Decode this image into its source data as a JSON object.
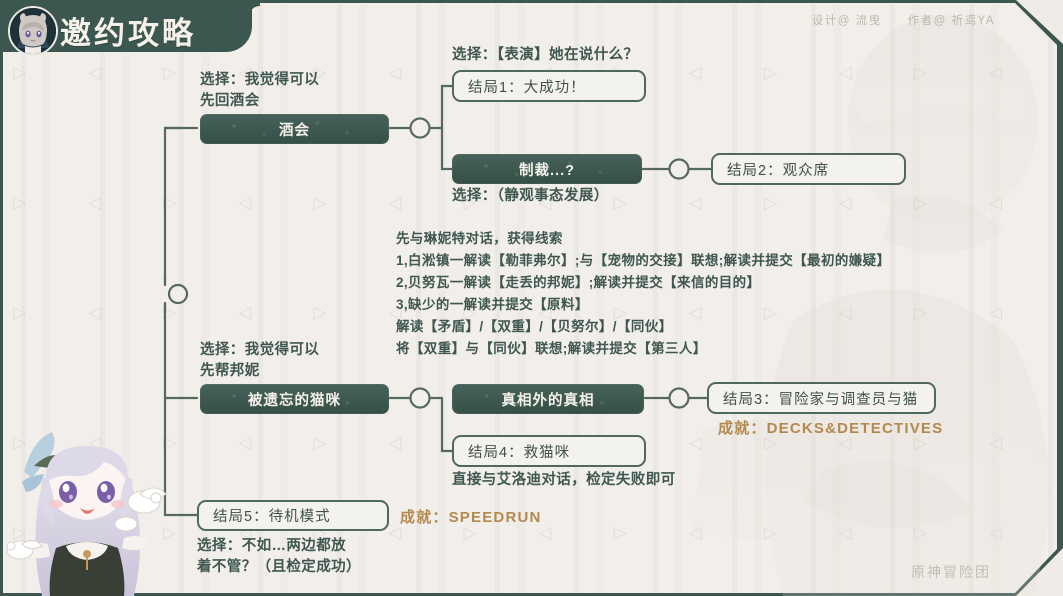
{
  "header": {
    "title": "邀约攻略",
    "avatar_name": "lynette-avatar-icon"
  },
  "credits": {
    "designer": "设计@ 流曳",
    "author": "作者@ 祈鸢YA"
  },
  "footer": {
    "watermark": "原神冒险团"
  },
  "colors": {
    "frame": "#3c5750",
    "paper": "#f2efeb",
    "node_dark": "#3d584f",
    "node_light_border": "#51685f",
    "text_green": "#3f5750",
    "achievement_gold": "#b4894f"
  },
  "tree": {
    "nodes": [
      {
        "id": "n_root_circle",
        "label": "",
        "kind": "junction"
      },
      {
        "id": "n_banquet",
        "label": "酒会",
        "kind": "dark"
      },
      {
        "id": "n_ending1",
        "label": "结局1：大成功！",
        "kind": "light"
      },
      {
        "id": "n_sanction",
        "label": "制裁...?",
        "kind": "dark"
      },
      {
        "id": "n_ending2",
        "label": "结局2：观众席",
        "kind": "light"
      },
      {
        "id": "n_cat",
        "label": "被遗忘的猫咪",
        "kind": "dark"
      },
      {
        "id": "n_truth",
        "label": "真相外的真相",
        "kind": "dark"
      },
      {
        "id": "n_ending3",
        "label": "结局3：冒险家与调查员与猫",
        "kind": "light"
      },
      {
        "id": "n_ending4",
        "label": "结局4：救猫咪",
        "kind": "light"
      },
      {
        "id": "n_ending5",
        "label": "结局5：待机模式",
        "kind": "light"
      }
    ]
  },
  "notes": {
    "choice_banquet": "选择：我觉得可以\n先回酒会",
    "choice_perform": "选择：【表演】她在说什么？",
    "choice_watch": "选择：（静观事态发展）",
    "choice_bonny": "选择：我觉得可以\n先帮邦妮",
    "choice_leave": "选择：不如…两边都放\n着不管？（且检定成功）",
    "hint_eloy": "直接与艾洛迪对话，检定失败即可",
    "walkthrough": "先与琳妮特对话，获得线索\n1,白淞镇一解读【勒菲弗尔】;与【宠物的交接】联想;解读并提交【最初的嫌疑】\n2,贝努瓦一解读【走丢的邦妮】;解读并提交【来信的目的】\n3,缺少的一解读并提交【原料】\n解读【矛盾】/【双重】/【贝努尔】/【同伙】\n将【双重】与【同伙】联想;解读并提交【第三人】"
  },
  "achievements": {
    "decks": "成就：DECKS&DETECTIVES",
    "speedrun": "成就：SPEEDRUN"
  }
}
